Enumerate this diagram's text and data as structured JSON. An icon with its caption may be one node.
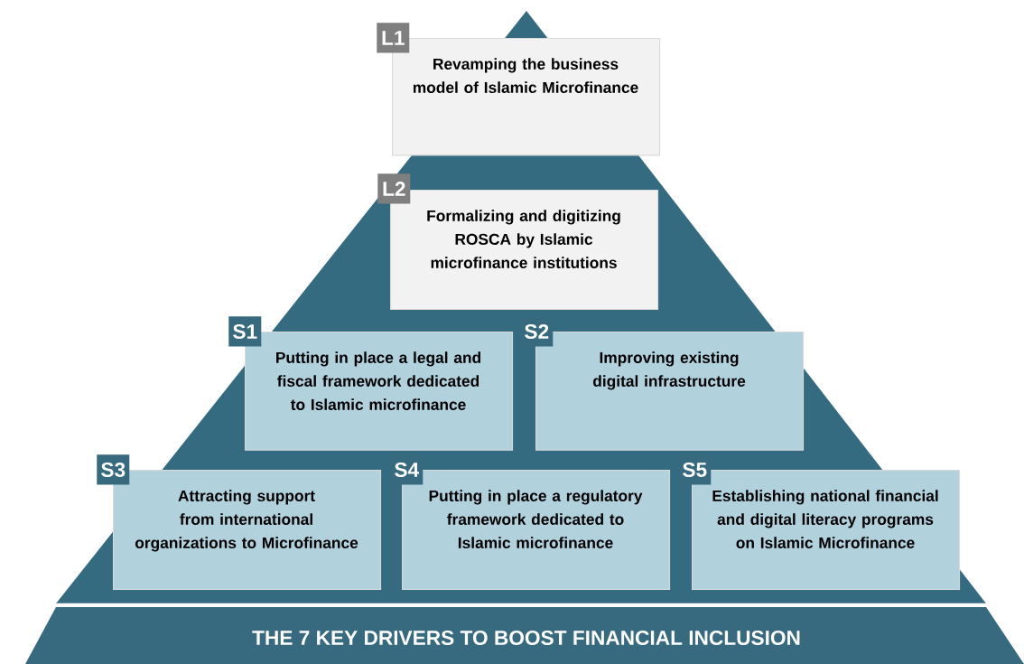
{
  "diagram": {
    "nodes": [
      {
        "text": [
          "L1",
          "Revamping the business model of Islamic Microfinance"
        ]
      },
      {
        "text": [
          "L2",
          "Formalizing and digitizing ROSCA by Islamic microfinance institutions"
        ]
      },
      {
        "text": [
          "S1",
          "Putting in place a legal and fiscal framework dedicated to Islamic microfinance"
        ]
      },
      {
        "text": [
          "S2",
          "Improving existing digital infrastructure"
        ]
      },
      {
        "text": [
          "S3",
          "Attracting support from international organizations to Microfinance"
        ]
      },
      {
        "text": [
          "S4",
          "Putting in place a regulatory framework dedicated to Islamic microfinance"
        ]
      },
      {
        "text": [
          "S5",
          "Establishing national financial and digital literacy programs on Islamic Microfinance"
        ]
      },
      {
        "text": [
          "THE 7 KEY DRIVERS TO BOOST FINANCIAL INCLUSION"
        ]
      }
    ]
  }
}
